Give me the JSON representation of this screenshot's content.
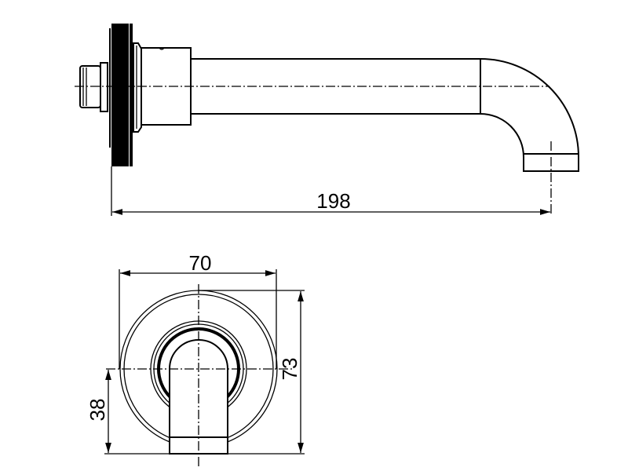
{
  "drawing": {
    "side_view": {
      "length_dimension": "198"
    },
    "front_view": {
      "width_dimension": "70",
      "height_dimension": "73",
      "center_height_dimension": "38"
    }
  }
}
